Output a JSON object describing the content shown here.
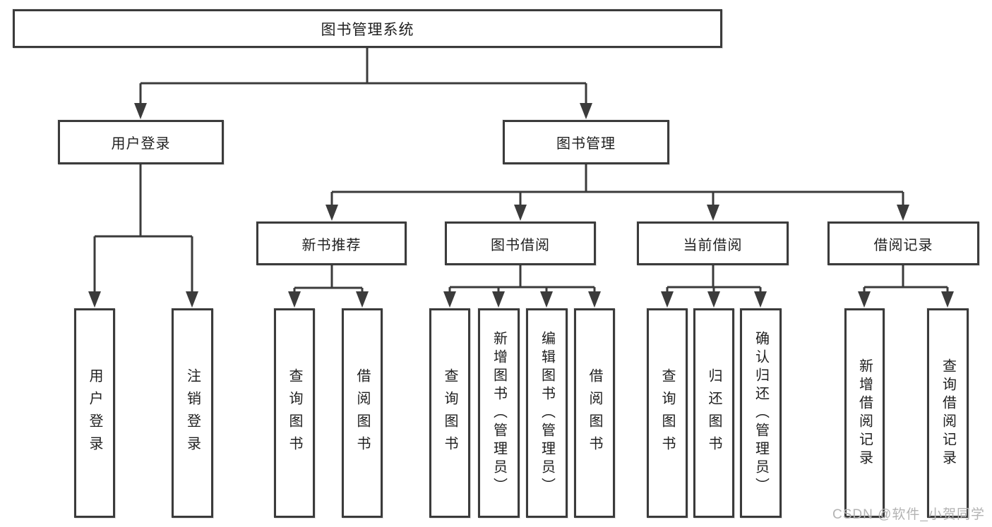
{
  "title": "图书管理系统",
  "colors": {
    "line": "#3b3b3b",
    "text": "#1f1f1f",
    "box_bg": "#ffffff",
    "watermark": "#b3b3b3",
    "background": "#ffffff"
  },
  "watermark": {
    "text": "CSDN @软件_小贺同学"
  },
  "tree": {
    "label": "图书管理系统",
    "children": [
      {
        "label": "用户登录",
        "children": [
          {
            "label": "用户登录"
          },
          {
            "label": "注销登录"
          }
        ]
      },
      {
        "label": "图书管理",
        "children": [
          {
            "label": "新书推荐",
            "children": [
              {
                "label": "查询图书"
              },
              {
                "label": "借阅图书"
              }
            ]
          },
          {
            "label": "图书借阅",
            "children": [
              {
                "label": "查询图书"
              },
              {
                "label": "新增图书（管理员）"
              },
              {
                "label": "编辑图书（管理员）"
              },
              {
                "label": "借阅图书"
              }
            ]
          },
          {
            "label": "当前借阅",
            "children": [
              {
                "label": "查询图书"
              },
              {
                "label": "归还图书"
              },
              {
                "label": "确认归还（管理员）"
              }
            ]
          },
          {
            "label": "借阅记录",
            "children": [
              {
                "label": "新增借阅记录"
              },
              {
                "label": "查询借阅记录"
              }
            ]
          }
        ]
      }
    ]
  }
}
